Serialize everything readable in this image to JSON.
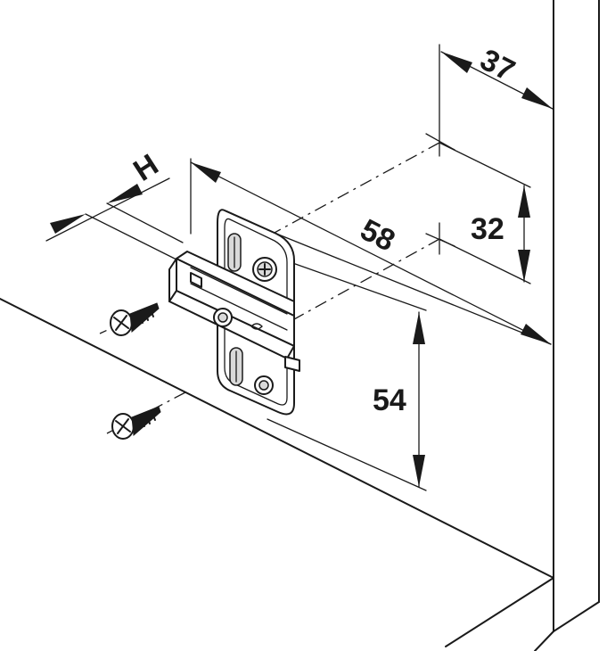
{
  "dimensions": {
    "d37": "37",
    "d32": "32",
    "d58": "58",
    "d54": "54",
    "h": "H"
  }
}
